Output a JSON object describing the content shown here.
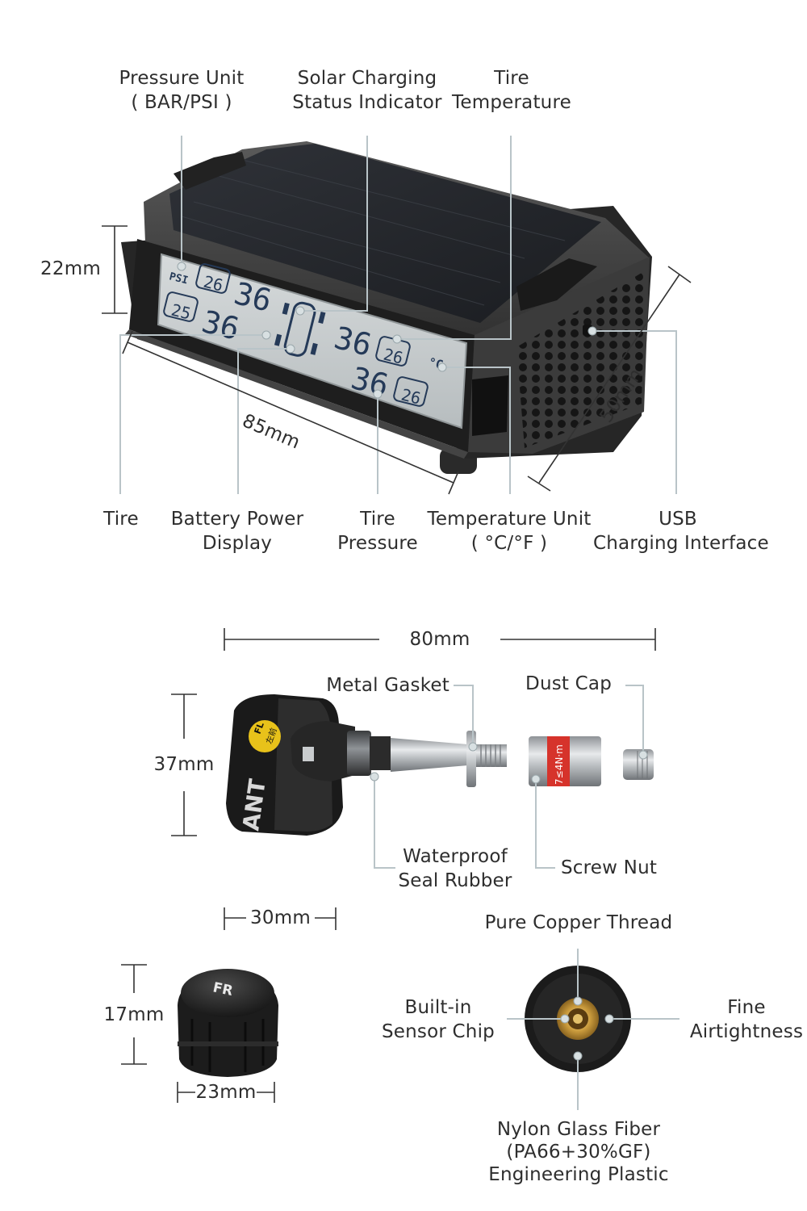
{
  "monitor": {
    "pressure_unit": {
      "line1": "Pressure Unit",
      "line2": "( BAR/PSI )"
    },
    "solar": {
      "line1": "Solar Charging",
      "line2": "Status Indicator"
    },
    "tire_temp": {
      "line1": "Tire",
      "line2": "Temperature"
    },
    "tire": "Tire",
    "battery": {
      "line1": "Battery Power",
      "line2": "Display"
    },
    "tire_pressure": {
      "line1": "Tire",
      "line2": "Pressure"
    },
    "temp_unit": {
      "line1": "Temperature Unit",
      "line2": "( °C/°F )"
    },
    "usb": {
      "line1": "USB",
      "line2": "Charging Interface"
    },
    "dim_height": "22mm",
    "dim_width": "85mm",
    "dim_depth": "50mm",
    "lcd": {
      "unit": "PSI",
      "temp_unit": "°C",
      "fl_temp": "26",
      "fl_pressure": "36",
      "rl_temp": "25",
      "rl_pressure": "36",
      "fr_pressure": "36",
      "fr_temp": "26",
      "rr_pressure": "36",
      "rr_temp": "26"
    }
  },
  "internal_sensor": {
    "dim_length": "80mm",
    "dim_height": "37mm",
    "dim_width": "30mm",
    "metal_gasket": "Metal Gasket",
    "dust_cap": "Dust Cap",
    "seal": {
      "line1": "Waterproof",
      "line2": "Seal Rubber"
    },
    "screw_nut": "Screw Nut",
    "body_print_pos": "FL",
    "body_print_cn": "左前",
    "body_print_brand": "ANT",
    "nut_print": "7≤4N·m"
  },
  "external_sensor": {
    "dim_height": "17mm",
    "dim_width": "23mm",
    "cap_print": "FR",
    "copper_thread": "Pure Copper Thread",
    "sensor_chip": {
      "line1": "Built-in",
      "line2": "Sensor Chip"
    },
    "airtightness": {
      "line1": "Fine",
      "line2": "Airtightness"
    },
    "material": {
      "line1": "Nylon Glass Fiber",
      "line2": "(PA66+30%GF)",
      "line3": "Engineering Plastic"
    }
  },
  "colors": {
    "leader_line": "#b9c4c8",
    "dim_line": "#333333",
    "device_body": "#4a4a4a",
    "lcd": "#c9ced0",
    "lcd_text": "#2a3d55",
    "nut_red": "#d6332b"
  }
}
